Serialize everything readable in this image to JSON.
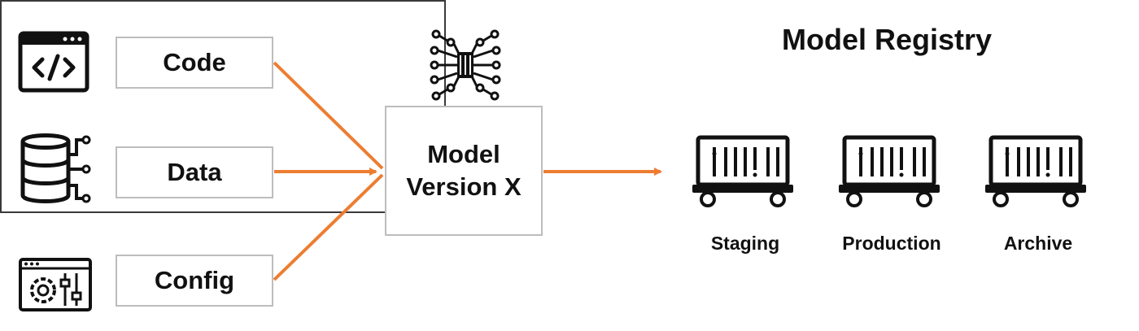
{
  "inputs": [
    {
      "label": "Code",
      "icon": "code-window-icon"
    },
    {
      "label": "Data",
      "icon": "database-icon"
    },
    {
      "label": "Config",
      "icon": "settings-window-icon"
    }
  ],
  "model": {
    "line1": "Model",
    "line2": "Version X",
    "icon": "neural-network-icon"
  },
  "registry": {
    "title": "Model Registry",
    "stages": [
      {
        "label": "Staging",
        "icon": "container-cart-icon"
      },
      {
        "label": "Production",
        "icon": "container-cart-icon"
      },
      {
        "label": "Archive",
        "icon": "container-cart-icon"
      }
    ]
  },
  "colors": {
    "arrow": "#ED7D31",
    "box_border": "#BDBDBD",
    "registry_border": "#3A3A3A",
    "icon": "#111111"
  }
}
